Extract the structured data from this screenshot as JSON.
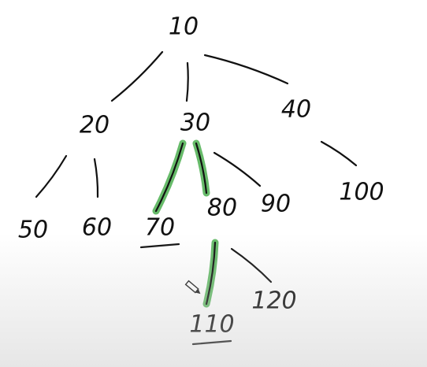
{
  "tree": {
    "nodes": [
      {
        "id": "n10",
        "label": "10"
      },
      {
        "id": "n20",
        "label": "20"
      },
      {
        "id": "n30",
        "label": "30"
      },
      {
        "id": "n40",
        "label": "40"
      },
      {
        "id": "n50",
        "label": "50"
      },
      {
        "id": "n60",
        "label": "60"
      },
      {
        "id": "n70",
        "label": "70"
      },
      {
        "id": "n80",
        "label": "80"
      },
      {
        "id": "n90",
        "label": "90"
      },
      {
        "id": "n100",
        "label": "100"
      },
      {
        "id": "n110",
        "label": "110"
      },
      {
        "id": "n120",
        "label": "120"
      }
    ],
    "edges": [
      {
        "from": "n10",
        "to": "n20",
        "highlighted": false
      },
      {
        "from": "n10",
        "to": "n30",
        "highlighted": false
      },
      {
        "from": "n10",
        "to": "n40",
        "highlighted": false
      },
      {
        "from": "n20",
        "to": "n50",
        "highlighted": false
      },
      {
        "from": "n20",
        "to": "n60",
        "highlighted": false
      },
      {
        "from": "n30",
        "to": "n70",
        "highlighted": true
      },
      {
        "from": "n30",
        "to": "n80",
        "highlighted": true
      },
      {
        "from": "n30",
        "to": "n90",
        "highlighted": false
      },
      {
        "from": "n40",
        "to": "n100",
        "highlighted": false
      },
      {
        "from": "n80",
        "to": "n110",
        "highlighted": true
      },
      {
        "from": "n80",
        "to": "n120",
        "highlighted": false
      }
    ],
    "underlined": [
      "n70",
      "n110"
    ]
  },
  "colors": {
    "ink": "#111111",
    "highlight": "#4caf50",
    "background": "#ffffff"
  },
  "icons": {
    "cursor": "pencil-cursor-icon"
  }
}
